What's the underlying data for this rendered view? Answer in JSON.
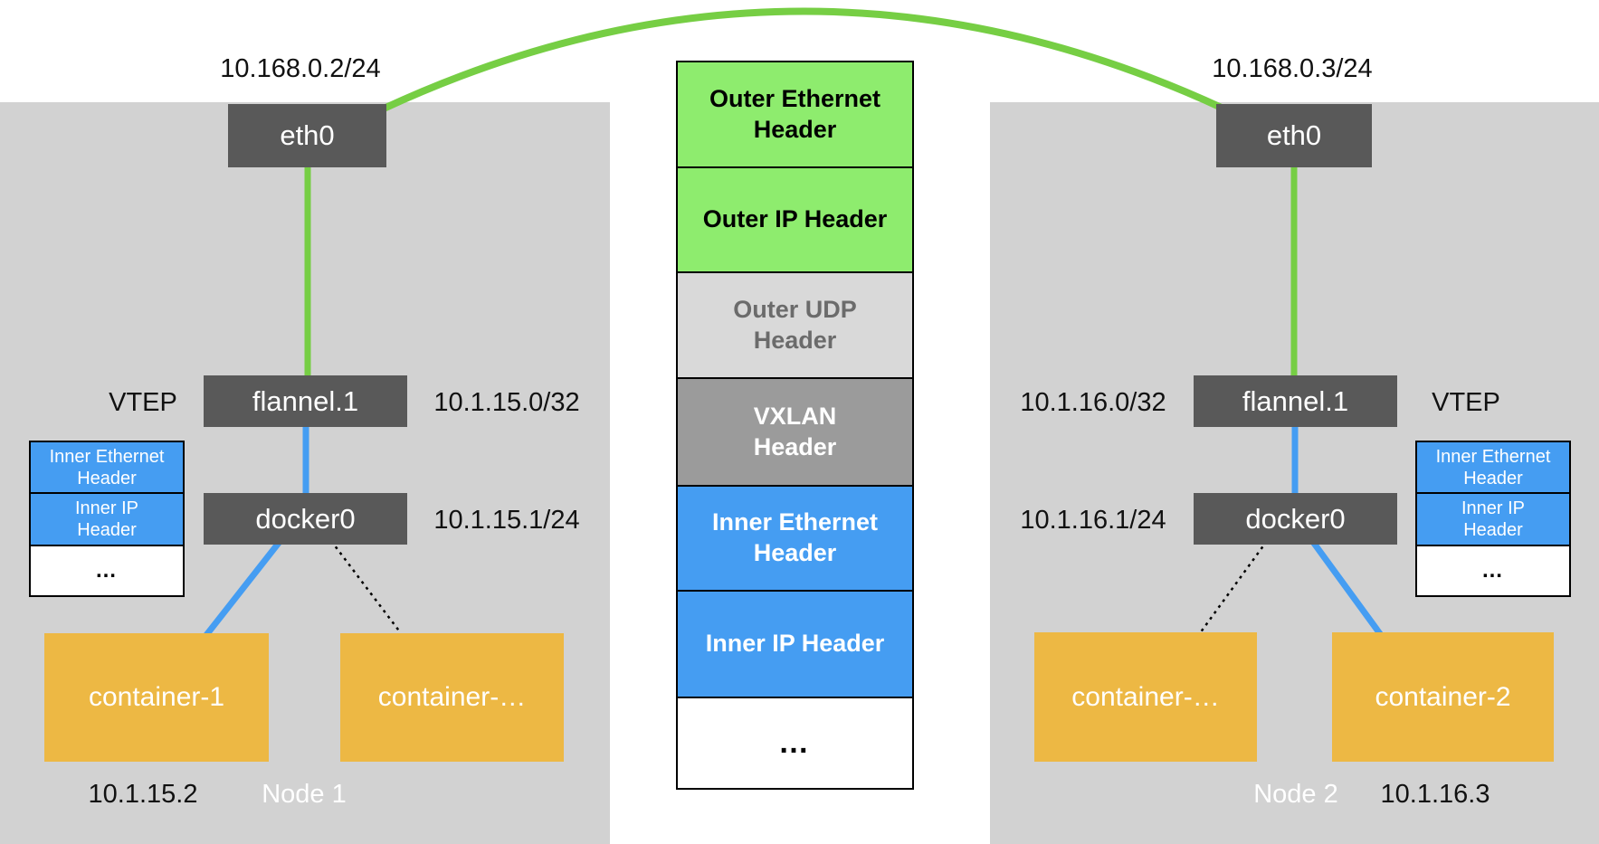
{
  "colors": {
    "node_background": "#d2d2d2",
    "interface_box": "#595959",
    "container_box": "#edb844",
    "green_line": "#76ce44",
    "green_header": "#8eec6e",
    "blue": "#459df2",
    "udp_header_bg": "#d9d9d9",
    "udp_header_text": "#6b6b6b",
    "vxlan_header_bg": "#9b9b9b"
  },
  "node1": {
    "name": "Node 1",
    "eth_ip": "10.168.0.2/24",
    "eth_label": "eth0",
    "vtep_label": "VTEP",
    "flannel_label": "flannel.1",
    "flannel_ip": "10.1.15.0/32",
    "docker_label": "docker0",
    "docker_ip": "10.1.15.1/24",
    "containers": [
      {
        "label": "container-1",
        "ip": "10.1.15.2"
      },
      {
        "label": "container-…"
      }
    ],
    "inner_stack": [
      "Inner Ethernet\nHeader",
      "Inner IP\nHeader",
      "…"
    ]
  },
  "node2": {
    "name": "Node 2",
    "eth_ip": "10.168.0.3/24",
    "eth_label": "eth0",
    "vtep_label": "VTEP",
    "flannel_label": "flannel.1",
    "flannel_ip": "10.1.16.0/32",
    "docker_label": "docker0",
    "docker_ip": "10.1.16.1/24",
    "containers": [
      {
        "label": "container-…"
      },
      {
        "label": "container-2",
        "ip": "10.1.16.3"
      }
    ],
    "inner_stack": [
      "Inner Ethernet\nHeader",
      "Inner IP\nHeader",
      "…"
    ]
  },
  "packet_stack": {
    "segments": [
      {
        "label": "Outer Ethernet\nHeader",
        "type": "green"
      },
      {
        "label": "Outer IP Header",
        "type": "green"
      },
      {
        "label": "Outer UDP\nHeader",
        "type": "udp"
      },
      {
        "label": "VXLAN\nHeader",
        "type": "vxlan"
      },
      {
        "label": "Inner Ethernet\nHeader",
        "type": "blue"
      },
      {
        "label": "Inner IP Header",
        "type": "blue"
      },
      {
        "label": "…",
        "type": "white"
      }
    ]
  }
}
